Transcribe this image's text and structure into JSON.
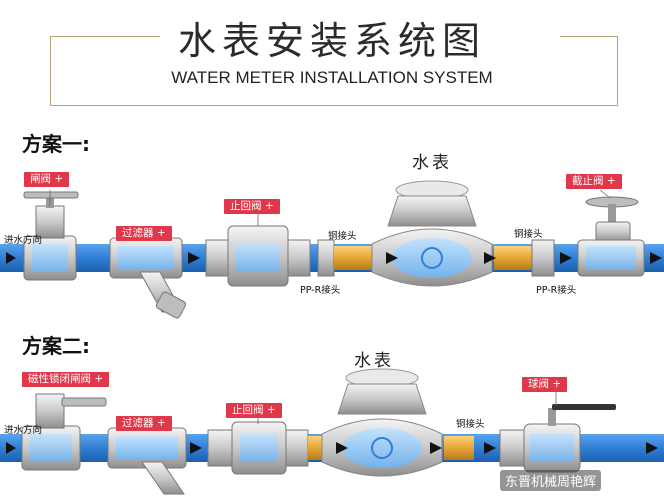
{
  "header": {
    "title_cn": "水表安装系统图",
    "title_en": "WATER METER INSTALLATION SYSTEM"
  },
  "plan1": {
    "title": "方案一:",
    "inlet_label": "进水方向",
    "gate_valve": "闸阀 +",
    "filter": "过滤器 +",
    "check_valve": "止回阀 +",
    "copper_joint_left": "铜接头",
    "ppr_joint_left": "PP-R接头",
    "meter": "水表",
    "copper_joint_right": "铜接头",
    "ppr_joint_right": "PP-R接头",
    "stop_valve": "截止阀 +"
  },
  "plan2": {
    "title": "方案二:",
    "inlet_label": "进水方向",
    "magnetic_valve": "磁性锁闭闸阀 +",
    "filter": "过滤器 +",
    "check_valve": "止回阀 +",
    "meter": "水表",
    "copper_joint": "铜接头",
    "ball_valve": "球阀 +"
  },
  "watermark": "东晋机械周艳辉",
  "colors": {
    "pipe": "#2f7fd6",
    "pipe_dark": "#1c5fae",
    "tag": "#e1374a",
    "brass": "#e7a436",
    "frame": "#b8a37a"
  }
}
